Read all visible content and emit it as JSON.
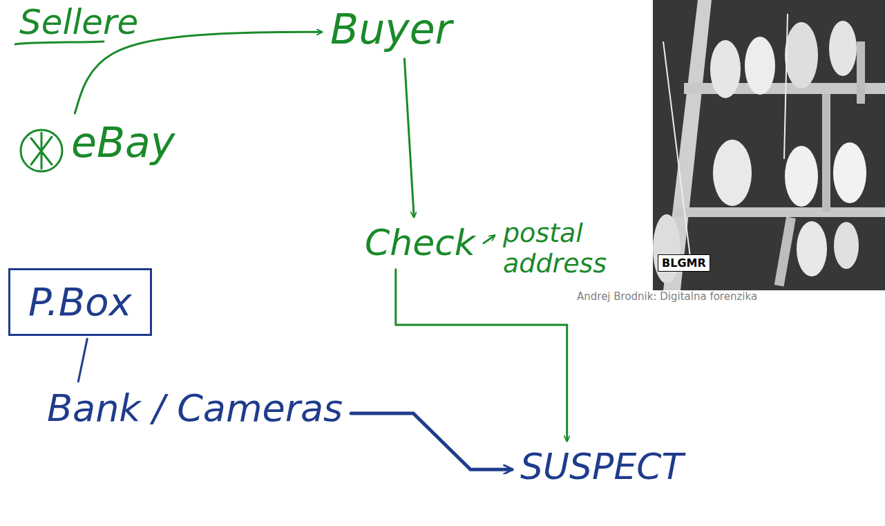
{
  "diagram": {
    "nodes": [
      {
        "text": [
          "Sellere"
        ]
      },
      {
        "text": [
          "eBay"
        ]
      },
      {
        "text": [
          "Buyer"
        ]
      },
      {
        "text": [
          "Check"
        ]
      },
      {
        "text": [
          "postal address"
        ]
      },
      {
        "text": [
          "P.Box"
        ]
      },
      {
        "text": [
          "Bank / Cameras"
        ]
      },
      {
        "text": [
          "SUSPECT"
        ]
      }
    ],
    "edges": [
      {
        "from": 1,
        "to": 2,
        "arrow": "to"
      },
      {
        "from": 2,
        "to": 3,
        "arrow": "to"
      },
      {
        "from": 3,
        "to": 4,
        "arrow": "to"
      },
      {
        "from": 3,
        "to": 7,
        "arrow": "to"
      },
      {
        "from": 5,
        "to": 6,
        "arrow": "none"
      },
      {
        "from": 6,
        "to": 7,
        "arrow": "to"
      }
    ],
    "labels": [
      "BLGMR",
      "Andrej Brodnik: Digitalna forenzika"
    ]
  }
}
